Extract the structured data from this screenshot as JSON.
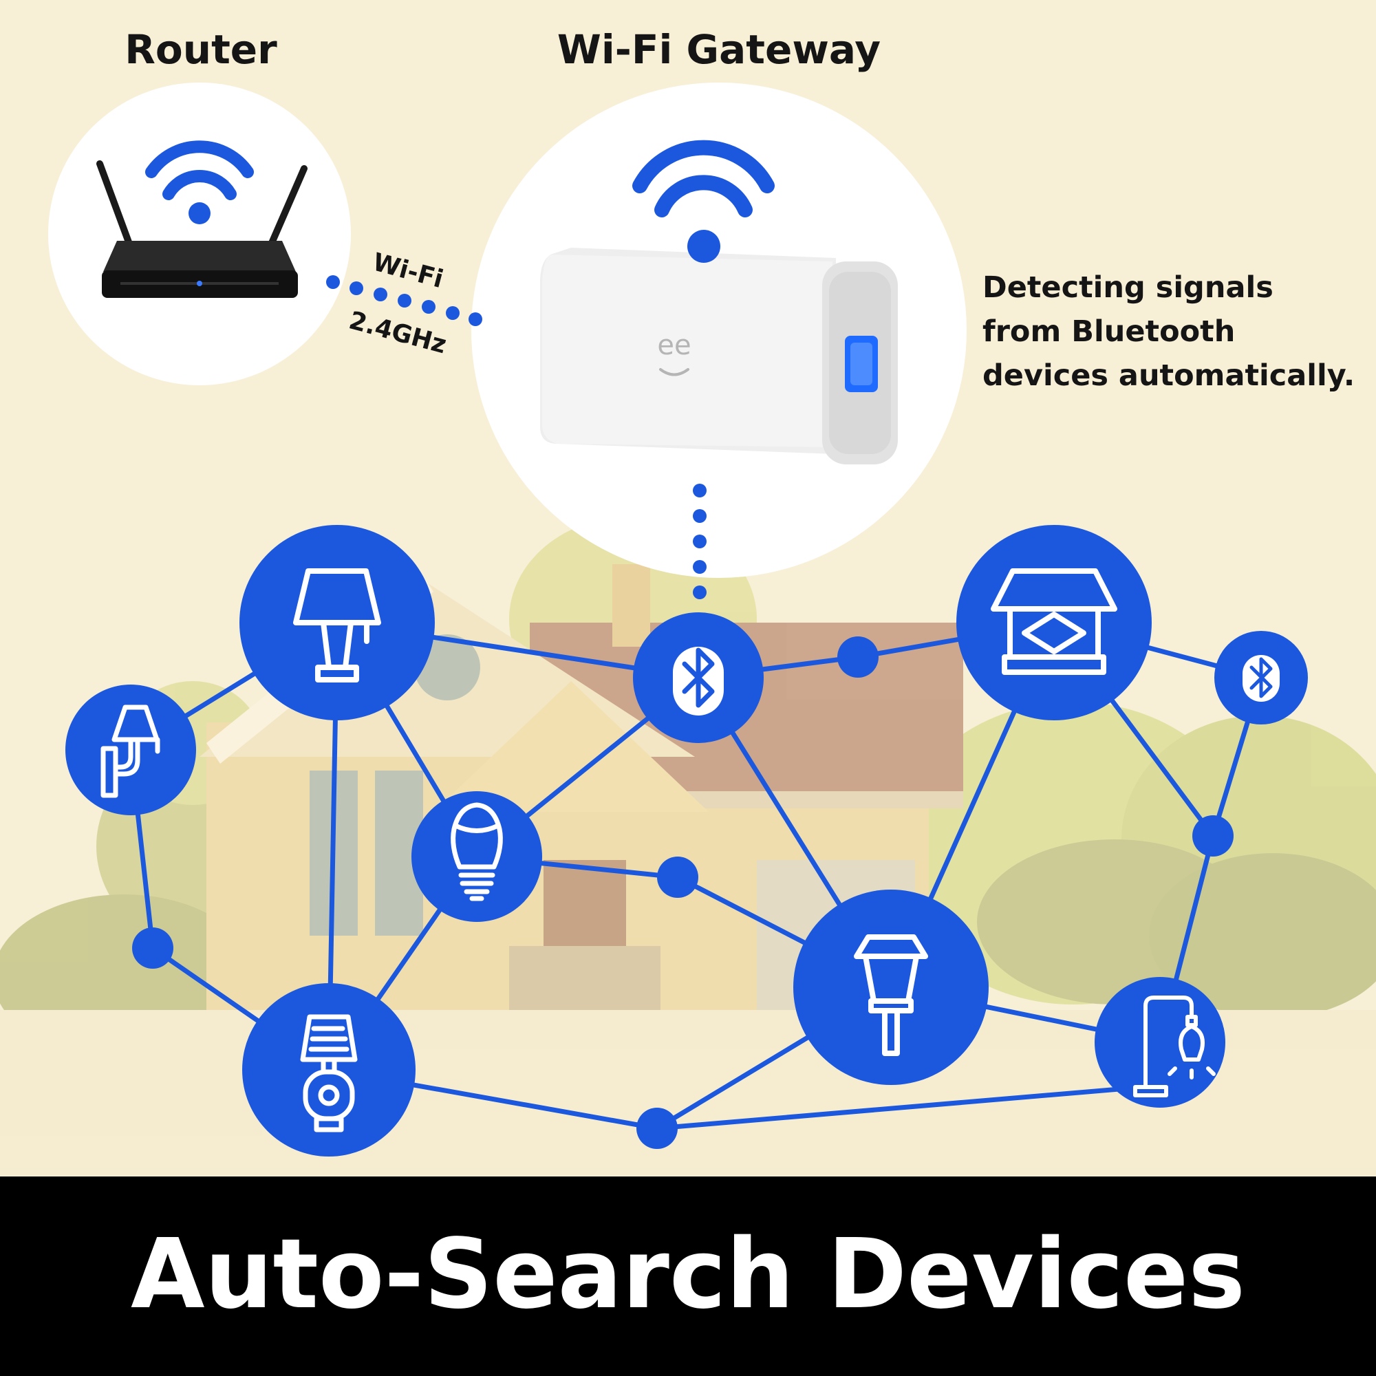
{
  "labels": {
    "router": "Router",
    "gateway": "Wi-Fi Gateway",
    "wifi": "Wi-Fi",
    "frequency": "2.4GHz",
    "description_lines": [
      "Detecting signals",
      "from Bluetooth",
      "devices automatically."
    ],
    "banner": "Auto-Search Devices"
  },
  "icons": {
    "router": "wifi-router-icon",
    "gateway": "bluetooth-gateway-icon",
    "signal": "wifi-signal-icon",
    "nodes": [
      "table-lamp-icon",
      "wall-sconce-icon",
      "led-bulb-icon",
      "desk-lamp-icon",
      "bluetooth-icon",
      "window-light-icon",
      "bluetooth-icon",
      "garden-light-icon",
      "floor-lamp-icon"
    ]
  },
  "colors": {
    "accent_blue": "#1c58de",
    "background": "#f7efd6",
    "banner": "#000000",
    "text": "#151515"
  }
}
